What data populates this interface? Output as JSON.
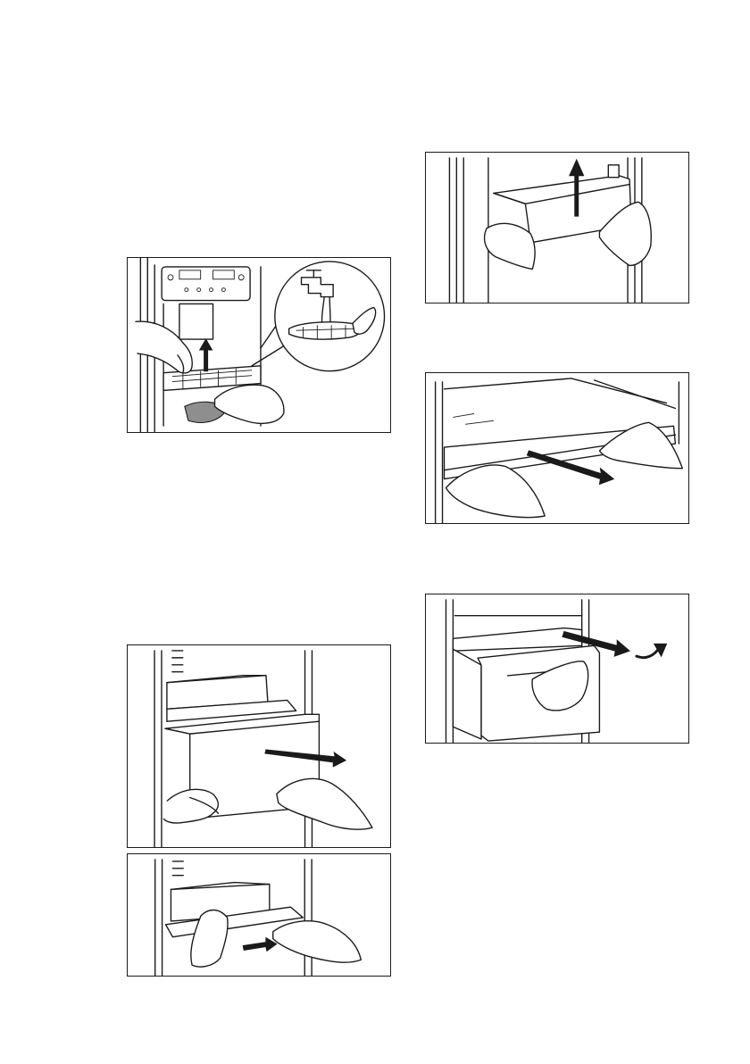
{
  "figures": [
    {
      "id": "dispenser",
      "icons": [
        "hand-icon",
        "arrow-up-icon",
        "cloth-icon",
        "faucet-icon",
        "drip-tray-icon"
      ]
    },
    {
      "id": "crisper",
      "icons": [
        "hand-icon",
        "arrow-right-icon",
        "drawer-icon"
      ]
    },
    {
      "id": "tray",
      "icons": [
        "hand-icon",
        "arrow-right-icon",
        "tray-icon"
      ]
    },
    {
      "id": "door-bin",
      "icons": [
        "hand-icon",
        "arrow-up-icon",
        "door-bin-icon"
      ]
    },
    {
      "id": "shelf",
      "icons": [
        "hand-icon",
        "arrow-right-icon",
        "glass-shelf-icon"
      ]
    },
    {
      "id": "drawer",
      "icons": [
        "hand-icon",
        "arrow-right-icon",
        "curved-arrow-icon",
        "drawer-icon"
      ]
    }
  ],
  "colors": {
    "line": "#1a1a1a",
    "fill_grey": "#8e8e8e",
    "background": "#ffffff"
  }
}
